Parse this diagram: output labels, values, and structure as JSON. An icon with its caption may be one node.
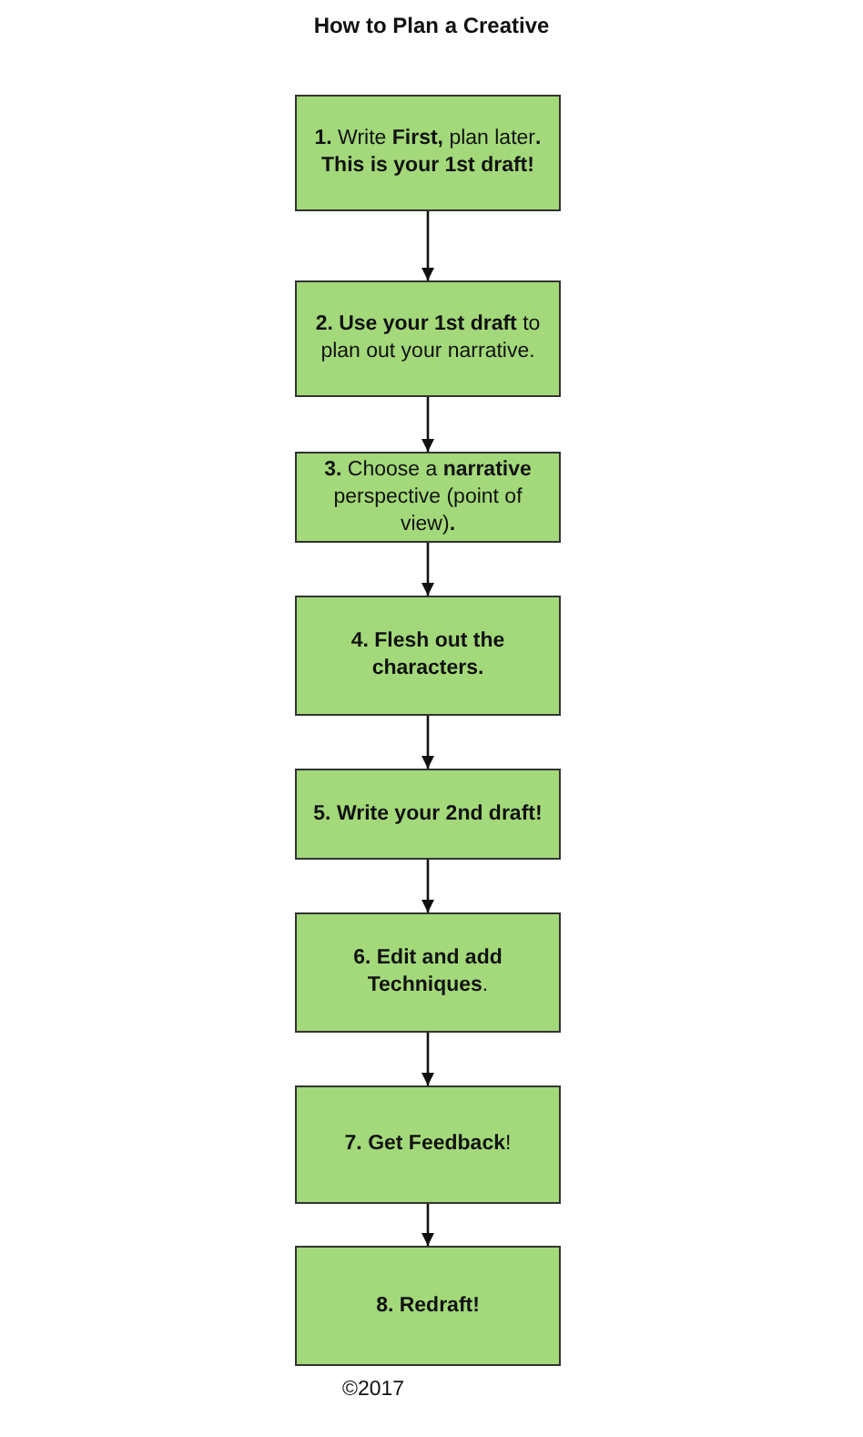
{
  "diagram": {
    "title": "How to Plan a Creative",
    "nodes": [
      {
        "text": [
          "**1.** Write **First,** plan later**. This is your 1st draft!**"
        ]
      },
      {
        "text": [
          "**2. Use your 1st draft** to plan out your narrative."
        ]
      },
      {
        "text": [
          "**3.** Choose a **narrative** perspective (point of view)**.**"
        ]
      },
      {
        "text": [
          "4. Flesh out the characters."
        ]
      },
      {
        "text": [
          "5. Write your 2nd draft!"
        ]
      },
      {
        "text": [
          "**6. Edit and add Techniques**."
        ]
      },
      {
        "text": [
          "**7. Get Feedback**!"
        ]
      },
      {
        "text": [
          "8. Redraft!"
        ]
      }
    ],
    "edges": [
      {
        "from": 0,
        "to": 1,
        "arrow": "to"
      },
      {
        "from": 1,
        "to": 2,
        "arrow": "to"
      },
      {
        "from": 2,
        "to": 3,
        "arrow": "to"
      },
      {
        "from": 3,
        "to": 4,
        "arrow": "to"
      },
      {
        "from": 4,
        "to": 5,
        "arrow": "to"
      },
      {
        "from": 5,
        "to": 6,
        "arrow": "to"
      },
      {
        "from": 6,
        "to": 7,
        "arrow": "to"
      }
    ],
    "labels": [
      "©2017"
    ]
  }
}
